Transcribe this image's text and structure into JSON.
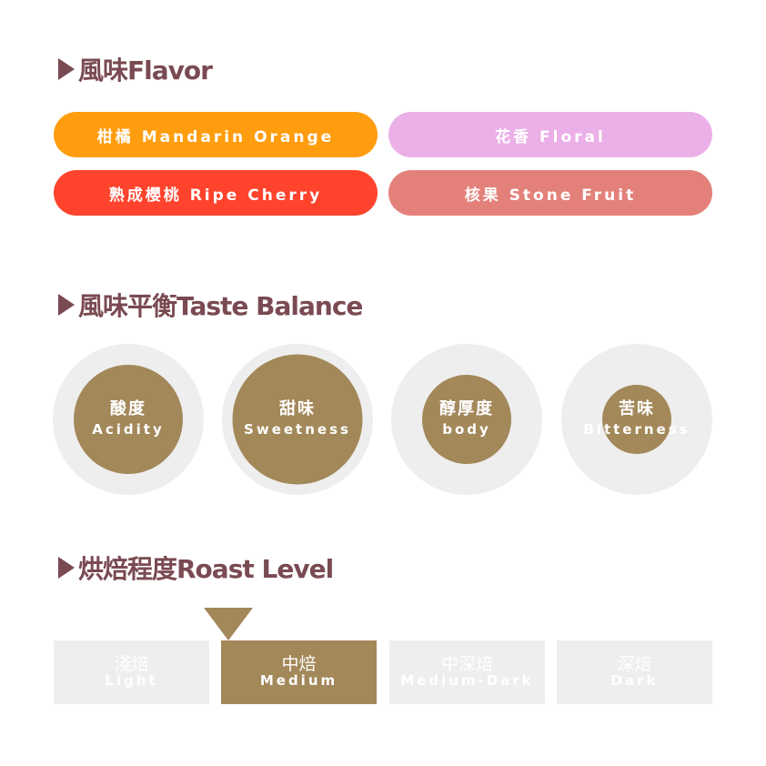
{
  "flavor": {
    "title": "風味Flavor",
    "items": [
      {
        "label": "柑橘 Mandarin Orange",
        "color": "#ff9d0f"
      },
      {
        "label": "花香 Floral",
        "color": "#ebb0e8"
      },
      {
        "label": "熟成櫻桃 Ripe Cherry",
        "color": "#ff432c"
      },
      {
        "label": "核果 Stone Fruit",
        "color": "#e4807a"
      }
    ]
  },
  "taste": {
    "title": "風味平衡Taste Balance",
    "items": [
      {
        "zh": "酸度",
        "en": "Acidity",
        "level": 0.72
      },
      {
        "zh": "甜味",
        "en": "Sweetness",
        "level": 0.86
      },
      {
        "zh": "醇厚度",
        "en": "body",
        "level": 0.59
      },
      {
        "zh": "苦味",
        "en": "Bitterness",
        "level": 0.46
      }
    ]
  },
  "roast": {
    "title": "烘焙程度Roast Level",
    "selected": 1,
    "items": [
      {
        "zh": "淺焙",
        "en": "Light"
      },
      {
        "zh": "中焙",
        "en": "Medium"
      },
      {
        "zh": "中深焙",
        "en": "Medium-Dark"
      },
      {
        "zh": "深焙",
        "en": "Dark"
      }
    ]
  },
  "colors": {
    "heading": "#7a4a52",
    "accent": "#a3885a",
    "inactive": "#eeeeee"
  }
}
